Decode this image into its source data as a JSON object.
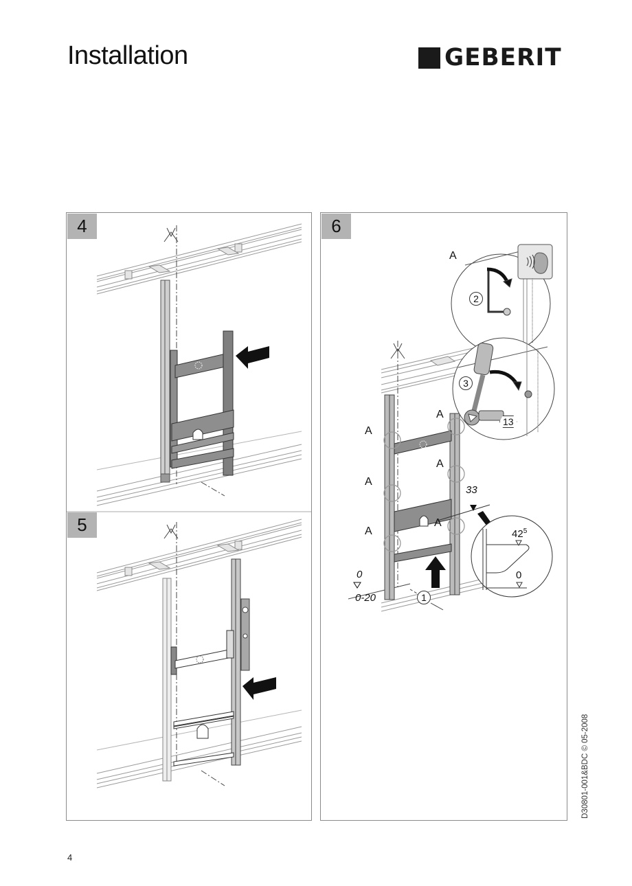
{
  "page": {
    "title": "Installation",
    "brand": "GEBERIT",
    "page_number": "4",
    "document_reference": "D30801-001&BDC © 05-2008"
  },
  "steps": [
    {
      "number": "4",
      "description_icons": [
        "push-arrow-left"
      ]
    },
    {
      "number": "5",
      "description_icons": [
        "spirit-level",
        "push-arrow-left"
      ]
    },
    {
      "number": "6",
      "callout_label": "A",
      "point_labels": [
        "A",
        "A",
        "A",
        "A",
        "A",
        "A"
      ],
      "substeps": [
        "1",
        "2",
        "3"
      ],
      "wrench_size": "13",
      "dimensions": {
        "floor_level": "0",
        "floor_range": "0-20",
        "height_mark": "33",
        "bowl_top": "42",
        "bowl_top_sup": "5",
        "bowl_floor": "0"
      },
      "icons": [
        "hex-key",
        "ear-click-sound",
        "socket-wrench",
        "push-arrow-up"
      ]
    }
  ]
}
